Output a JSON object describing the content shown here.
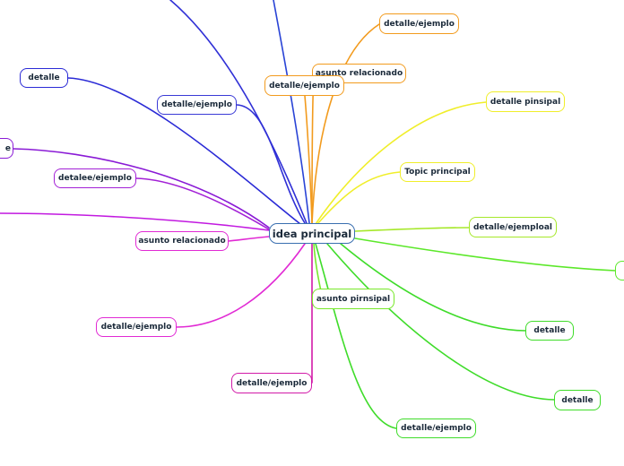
{
  "central": {
    "label": "idea principal",
    "color": "#3a6fb0"
  },
  "nodes": [
    {
      "id": "n1",
      "label": "detalle/ejemplo",
      "color": "#f29b1e"
    },
    {
      "id": "n2",
      "label": "asunto relacionado",
      "color": "#f29b1e"
    },
    {
      "id": "n3",
      "label": "detalle/ejemplo",
      "color": "#f29b1e"
    },
    {
      "id": "n4",
      "label": "detalle pinsipal",
      "color": "#f0ee2a"
    },
    {
      "id": "n5",
      "label": "Topic principal",
      "color": "#f0ee2a"
    },
    {
      "id": "n6",
      "label": "detalle/ejemploal",
      "color": "#a6e82a"
    },
    {
      "id": "n7",
      "label": "asunto pirnsipal",
      "color": "#78e82a"
    },
    {
      "id": "n8",
      "label": "detalle",
      "color": "#3fdc2a"
    },
    {
      "id": "n9",
      "label": "detalle",
      "color": "#3fdc2a"
    },
    {
      "id": "n10",
      "label": "detalle/ejemplo",
      "color": "#3fdc2a"
    },
    {
      "id": "n11",
      "label": "detalle/ejemplo",
      "color": "#d21aa8"
    },
    {
      "id": "n12",
      "label": "detalle/ejemplo",
      "color": "#e12ad4"
    },
    {
      "id": "n13",
      "label": "asunto relacionado",
      "color": "#e12ad4"
    },
    {
      "id": "n14",
      "label": "detalee/ejemplo",
      "color": "#a321d6"
    },
    {
      "id": "n15",
      "label": "e",
      "color": "#8a1ad6"
    },
    {
      "id": "n16",
      "label": "detalle",
      "color": "#2a2ad6"
    },
    {
      "id": "n17",
      "label": "detalle/ejemplo",
      "color": "#3a3ad6"
    },
    {
      "id": "n18",
      "label": "",
      "color": "#5ce82a"
    }
  ],
  "edge_colors": {
    "blue_1": "#2a44d6",
    "blue_2": "#3030d6",
    "navy": "#2a2ad6",
    "purple": "#8a1ad6",
    "violet": "#a321d6",
    "magenta": "#c21ae0"
  }
}
